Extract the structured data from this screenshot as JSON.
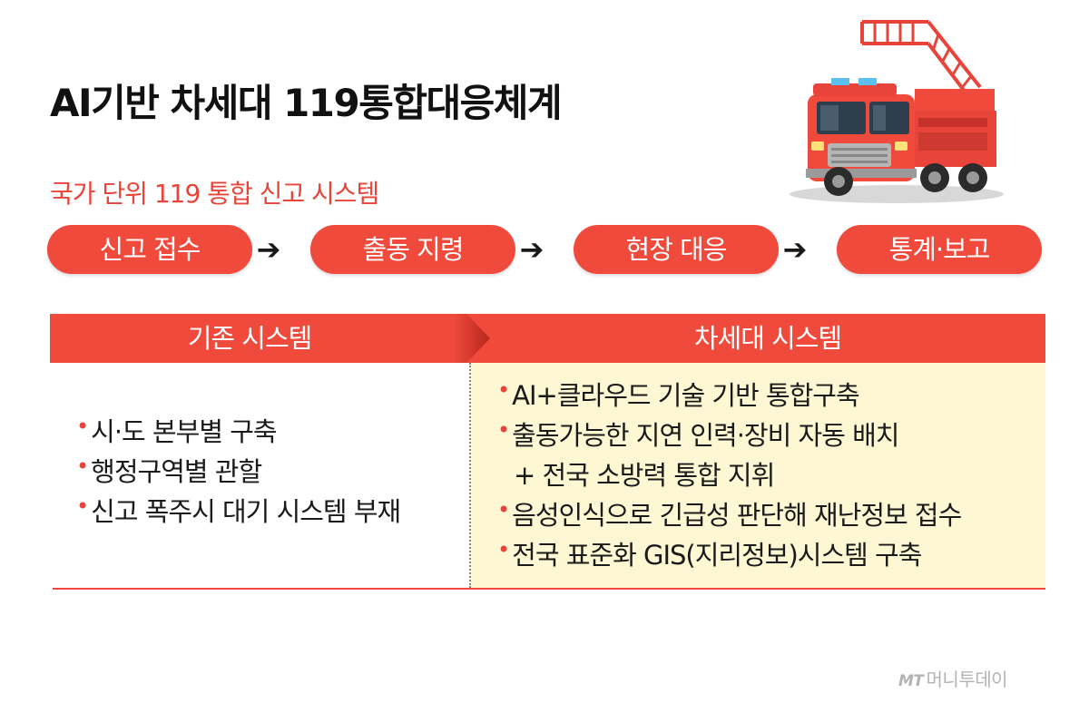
{
  "title": "AI기반 차세대 119통합대응체계",
  "subtitle": "국가 단위 119 통합 신고 시스템",
  "flow": {
    "steps": [
      "신고 접수",
      "출동 지령",
      "현장 대응",
      "통계·보고"
    ],
    "arrow": "➔"
  },
  "comparison": {
    "legacy": {
      "header": "기존 시스템",
      "items": [
        "시·도 본부별 구축",
        "행정구역별 관할",
        "신고 폭주시 대기 시스템 부재"
      ]
    },
    "next": {
      "header": "차세대 시스템",
      "items": [
        "AI+클라우드 기술 기반 통합구축",
        "출동가능한 지연 인력·장비 자동 배치",
        "+ 전국 소방력 통합 지휘",
        "음성인식으로 긴급성 판단해 재난정보 접수",
        "전국 표준화 GIS(지리정보)시스템 구축"
      ]
    },
    "bullet": "•"
  },
  "logo": {
    "mark": "MT",
    "name": "머니투데이"
  },
  "colors": {
    "accent": "#f04a3c",
    "panel": "#fdf8d3",
    "text": "#1a1a1a"
  }
}
